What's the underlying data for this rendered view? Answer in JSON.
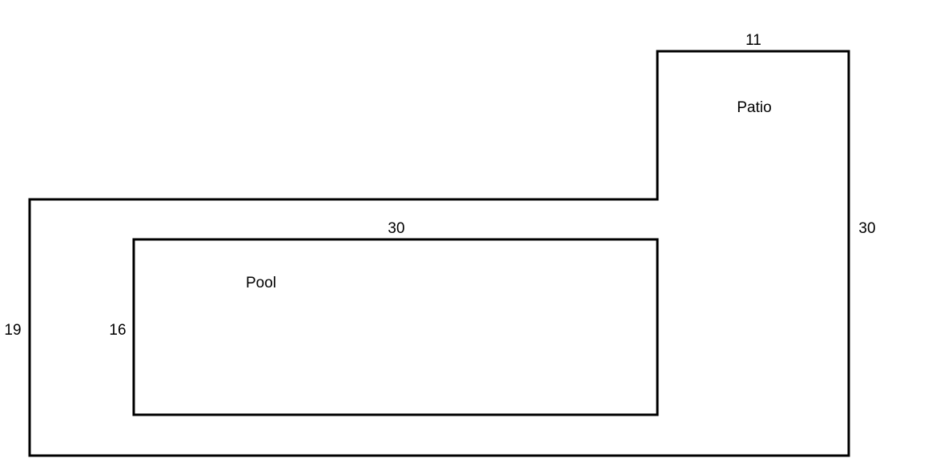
{
  "patio": {
    "label": "Patio",
    "dimensions": {
      "top": "11",
      "right": "30",
      "left": "19"
    }
  },
  "pool": {
    "label": "Pool",
    "dimensions": {
      "top": "30",
      "left": "16"
    }
  },
  "colors": {
    "stroke": "#000000",
    "background": "#ffffff"
  }
}
